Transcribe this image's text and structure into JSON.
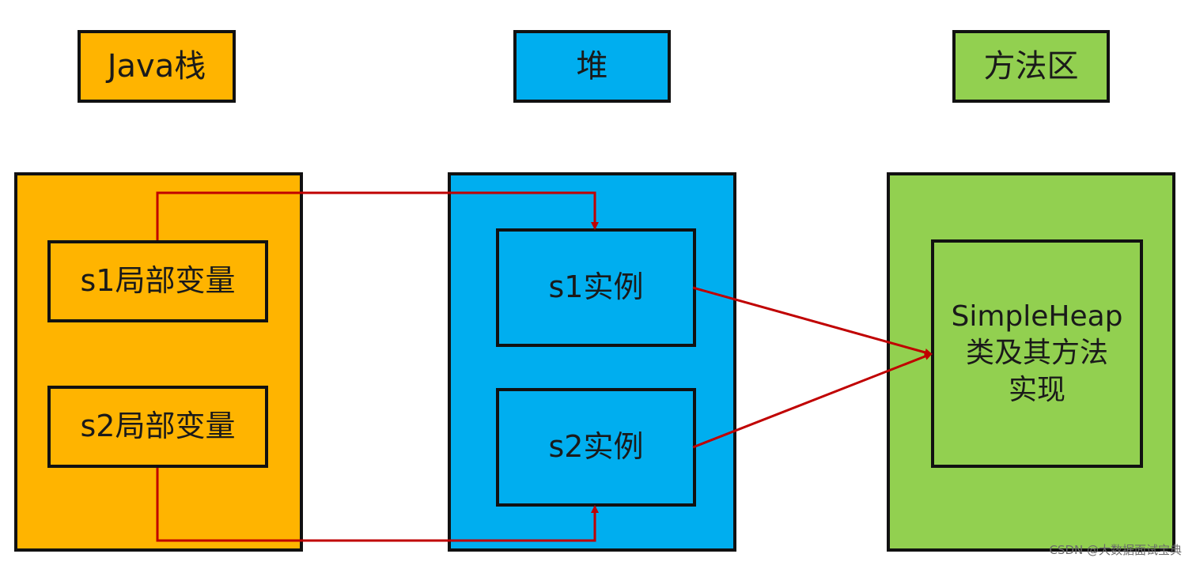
{
  "colors": {
    "stack": "#FFB400",
    "heap": "#00AEEF",
    "method_area": "#92D050",
    "border": "#111111",
    "arrow": "#C00000"
  },
  "titles": {
    "stack": "Java栈",
    "heap": "堆",
    "method_area": "方法区"
  },
  "stack": {
    "s1": "s1局部变量",
    "s2": "s2局部变量"
  },
  "heap": {
    "s1": "s1实例",
    "s2": "s2实例"
  },
  "method_area": {
    "class_lines": [
      "SimpleHeap",
      "类及其方法",
      "实现"
    ]
  },
  "watermark": "CSDN @大数据面试宝典"
}
